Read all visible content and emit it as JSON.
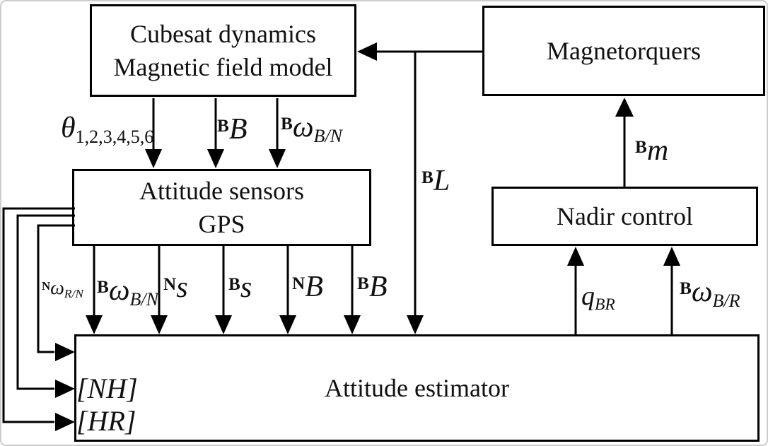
{
  "diagram": {
    "boxes": {
      "cubesat": {
        "line1": "Cubesat dynamics",
        "line2": "Magnetic field model"
      },
      "magnetorquers": {
        "line1": "Magnetorquers"
      },
      "sensors": {
        "line1": "Attitude sensors",
        "line2": "GPS"
      },
      "nadir": {
        "line1": "Nadir control"
      },
      "estimator": {
        "line1": "Attitude estimator"
      }
    },
    "labels": {
      "theta": {
        "main": "θ",
        "sub": "1,2,3,4,5,6"
      },
      "bB_top": {
        "sup": "B",
        "main": "B"
      },
      "bOmegaBN_top": {
        "sup": "B",
        "main": "ω",
        "sub": "B/N"
      },
      "bL": {
        "sup": "B",
        "main": "L"
      },
      "bm": {
        "sup": "B",
        "main": "m"
      },
      "nOmegaRN": {
        "sup": "N",
        "main": "ω",
        "sub": "R/N"
      },
      "bOmegaBN": {
        "sup": "B",
        "main": "ω",
        "sub": "B/N"
      },
      "nS": {
        "sup": "N",
        "main": "s"
      },
      "bS": {
        "sup": "B",
        "main": "s"
      },
      "nB": {
        "sup": "N",
        "main": "B"
      },
      "bB": {
        "sup": "B",
        "main": "B"
      },
      "qBR": {
        "main": "q",
        "sub": "BR"
      },
      "bOmegaBR": {
        "sup": "B",
        "main": "ω",
        "sub": "B/R"
      },
      "nh": {
        "text": "[NH]"
      },
      "hr": {
        "text": "[HR]"
      }
    },
    "colors": {
      "line": "#000000",
      "background": "#ffffff",
      "frame_border": "#cccccc"
    }
  }
}
